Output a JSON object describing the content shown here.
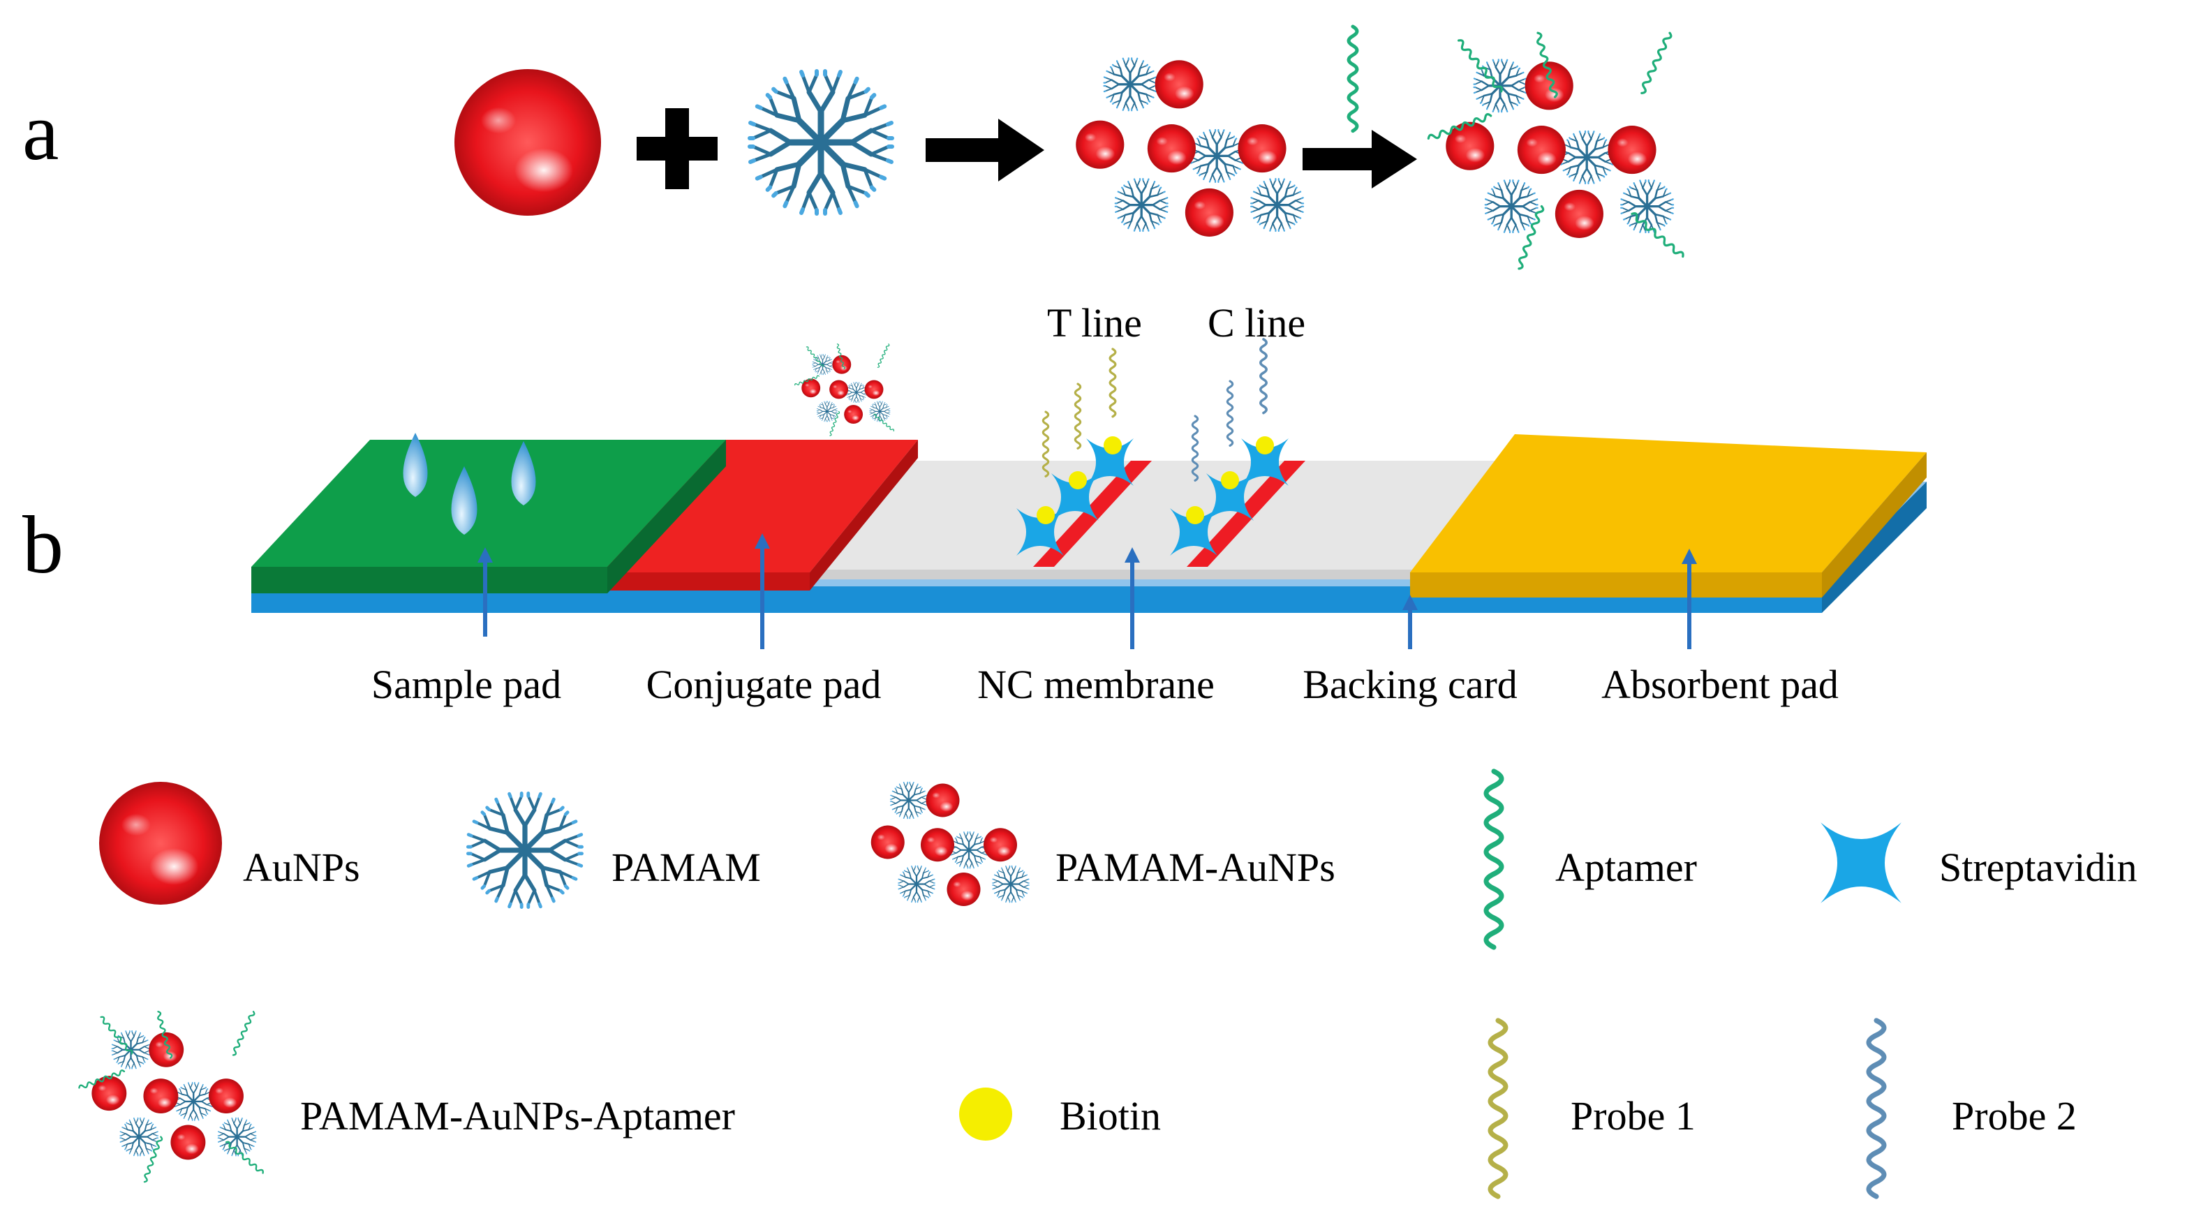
{
  "panels": {
    "a": "a",
    "b": "b"
  },
  "strip": {
    "t_line": "T line",
    "c_line": "C line",
    "parts": [
      "Sample pad",
      "Conjugate pad",
      "NC membrane",
      "Backing card",
      "Absorbent pad"
    ]
  },
  "legend": [
    {
      "icon": "aunp",
      "label": "AuNPs"
    },
    {
      "icon": "pamam",
      "label": "PAMAM"
    },
    {
      "icon": "pamam-aunps",
      "label": "PAMAM-AuNPs"
    },
    {
      "icon": "aptamer",
      "label": "Aptamer"
    },
    {
      "icon": "streptavidin",
      "label": "Streptavidin"
    },
    {
      "icon": "pamam-aunps-aptamer",
      "label": "PAMAM-AuNPs-Aptamer"
    },
    {
      "icon": "biotin",
      "label": "Biotin"
    },
    {
      "icon": "probe1",
      "label": "Probe 1"
    },
    {
      "icon": "probe2",
      "label": "Probe 2"
    }
  ],
  "colors": {
    "aunp_red": "#e8141c",
    "sample_pad": "#0e9e4a",
    "conjugate_pad": "#ee2222",
    "nc_membrane": "#e6e6e6",
    "backing_card": "#1a8fd6",
    "absorbent_pad": "#f9c000",
    "aptamer": "#1fae7a",
    "probe1": "#b5b048",
    "probe2": "#5e8db5",
    "streptavidin": "#1aa6e6",
    "biotin": "#f5ee00",
    "arrow_blue": "#2a6fc0",
    "pamam": "#2a6f95"
  }
}
